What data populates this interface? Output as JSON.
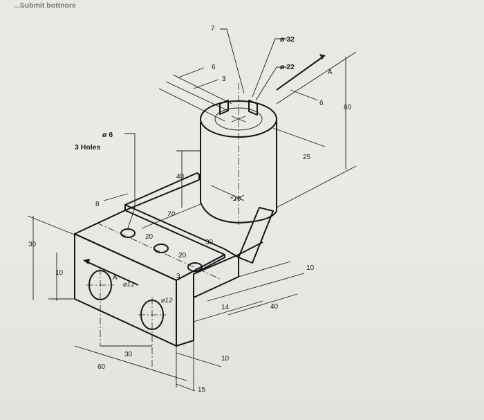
{
  "header": {
    "cropped_text": "...Submit bottnore"
  },
  "note": {
    "hole_dia": "ø 6",
    "hole_count": "3 Holes"
  },
  "dimensions": {
    "d7": "7",
    "d6_top": "6",
    "d3": "3",
    "phi32": "ø 32",
    "phi22": "ø 22",
    "label_a_top": "A",
    "d6_right": "6",
    "d60_right": "60",
    "d25": "25",
    "d40_vert": "40",
    "d10_star": "*10",
    "d8": "8",
    "d70": "70",
    "d20_a": "20",
    "d20_b": "20",
    "d30_mid": "30",
    "d3_small": "3",
    "d30_left": "30",
    "d10_left": "10",
    "label_a_front": "A",
    "phi12_a": "ø12",
    "phi12_b": "ø12",
    "d14": "14",
    "d10_right": "10",
    "d40_right": "40",
    "d30_bottom": "30",
    "d60_bottom": "60",
    "d10_bottom": "10",
    "d15": "15"
  }
}
